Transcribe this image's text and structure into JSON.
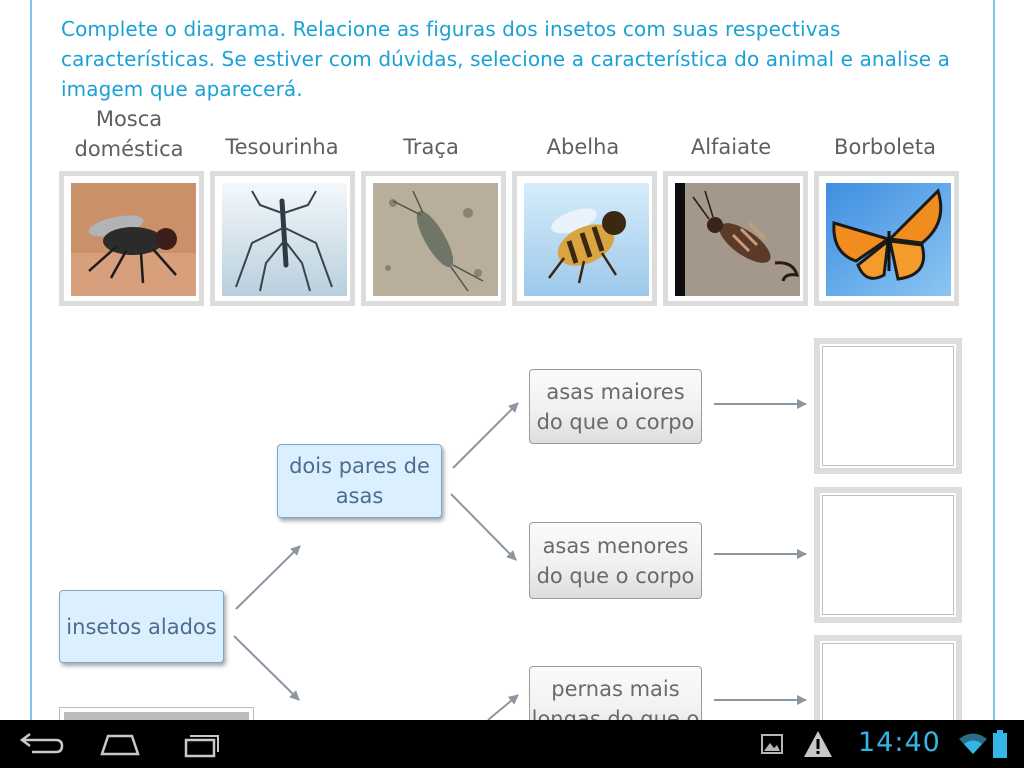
{
  "instruction": "Complete o diagrama. Relacione as figuras dos insetos com suas respectivas características. Se estiver com dúvidas, selecione a característica do animal e analise a imagem que aparecerá.",
  "insects": [
    {
      "label": "Mosca doméstica",
      "icon": "housefly-photo"
    },
    {
      "label": "Tesourinha",
      "icon": "water-strider-photo"
    },
    {
      "label": "Traça",
      "icon": "silverfish-photo"
    },
    {
      "label": "Abelha",
      "icon": "bee-photo"
    },
    {
      "label": "Alfaiate",
      "icon": "earwig-photo"
    },
    {
      "label": "Borboleta",
      "icon": "butterfly-photo"
    }
  ],
  "diagram": {
    "root": "insetos alados",
    "branch_top": "dois pares de asas",
    "leaf_1": "asas maiores do que o corpo",
    "leaf_2": "asas menores do que o corpo",
    "leaf_3": "pernas mais longas do que o"
  },
  "status_bar": {
    "time": "14:40"
  }
}
